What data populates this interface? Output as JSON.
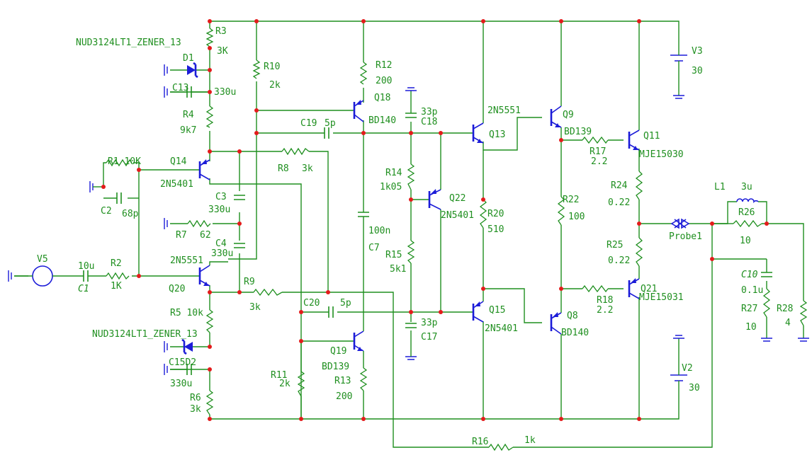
{
  "labels": {
    "nud_top": "NUD3124LT1_ZENER_13",
    "r3": "R3",
    "r3v": "3K",
    "d1": "D1",
    "c13": "C13",
    "c13v": "330u",
    "r4": "R4",
    "r4v": "9k7",
    "r10": "R10",
    "r10v": "2k",
    "r12": "R12",
    "r12v": "200",
    "q18": "Q18",
    "q18t": "BD140",
    "c19": "C19",
    "c19v": "5p",
    "c18v": "33p",
    "c18": "C18",
    "q13t": "2N5551",
    "q13": "Q13",
    "q9": "Q9",
    "q9t": "BD139",
    "r17": "R17",
    "r17v": "2.2",
    "q11": "Q11",
    "q11t": "MJE15030",
    "v3": "V3",
    "v3v": "30",
    "r1": "R1 10K",
    "q14": "Q14",
    "q14t": "2N5401",
    "r8": "R8",
    "r8v": "3k",
    "c3": "C3",
    "c3v": "330u",
    "c2": "C2",
    "c2v": "68p",
    "r7": "R7",
    "r7v": "62",
    "c4": "C4",
    "c4v": "330u",
    "r14": "R14",
    "r14v": "1k05",
    "q22": "Q22",
    "q22t": "2N5401",
    "r20": "R20",
    "r20v": "510",
    "r22": "R22",
    "r22v": "100",
    "r24": "R24",
    "r24v": "0.22",
    "l1": "L1",
    "l1v": "3u",
    "r26": "R26",
    "r26v": "10",
    "probe": "Probe1",
    "c7v": "100n",
    "c7": "C7",
    "r15": "R15",
    "r15v": "5k1",
    "r25": "R25",
    "r25v": "0.22",
    "v5": "V5",
    "c1v": "10u",
    "c1": "C1",
    "r2": "R2",
    "r2v": "1K",
    "q20t": "2N5551",
    "q20": "Q20",
    "r9": "R9",
    "r9v": "3k",
    "c20": "C20",
    "c20v": "5p",
    "q15": "Q15",
    "q15t": "2N5401",
    "r18": "R18",
    "r18v": "2.2",
    "q21": "Q21",
    "q21t": "MJE15031",
    "c10": "C10",
    "c10v": "0.1u",
    "r5": "R5 10k",
    "nud_bot": "NUD3124LT1_ZENER_13",
    "c15d2": "C15D2",
    "c17v": "33p",
    "c17": "C17",
    "q8": "Q8",
    "q8t": "BD140",
    "r27": "R27",
    "r27v": "10",
    "r28": "R28",
    "r28v": "4",
    "q19": "Q19",
    "q19t": "BD139",
    "r13": "R13",
    "r13v": "200",
    "c15v": "330u",
    "r11": "R11",
    "r11v": "2k",
    "r6": "R6",
    "r6v": "3k",
    "v2": "V2",
    "v2v": "30",
    "r16": "R16",
    "r16v": "1k"
  },
  "colors": {
    "wire": "#1f8f1f",
    "component": "#1c1cd8",
    "junction": "#e31b1b",
    "background": "#ffffff"
  }
}
